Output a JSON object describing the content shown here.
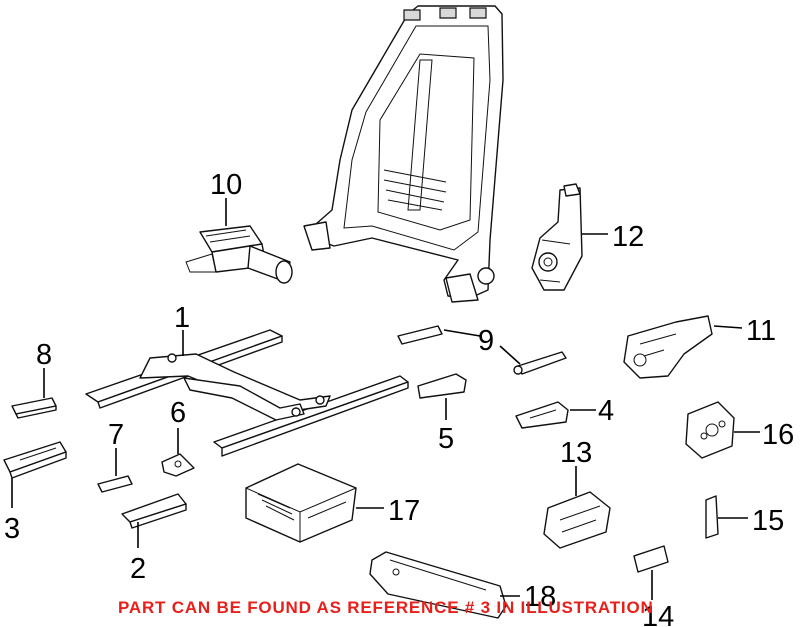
{
  "diagram": {
    "callouts": [
      {
        "id": "1",
        "label": "1"
      },
      {
        "id": "2",
        "label": "2"
      },
      {
        "id": "3",
        "label": "3"
      },
      {
        "id": "4",
        "label": "4"
      },
      {
        "id": "5",
        "label": "5"
      },
      {
        "id": "6",
        "label": "6"
      },
      {
        "id": "7",
        "label": "7"
      },
      {
        "id": "8",
        "label": "8"
      },
      {
        "id": "9",
        "label": "9"
      },
      {
        "id": "10",
        "label": "10"
      },
      {
        "id": "11",
        "label": "11"
      },
      {
        "id": "12",
        "label": "12"
      },
      {
        "id": "13",
        "label": "13"
      },
      {
        "id": "14",
        "label": "14"
      },
      {
        "id": "15",
        "label": "15"
      },
      {
        "id": "16",
        "label": "16"
      },
      {
        "id": "17",
        "label": "17"
      },
      {
        "id": "18",
        "label": "18"
      }
    ],
    "footer_note": "PART CAN BE FOUND AS REFERENCE # 3 IN ILLUSTRATION",
    "footer_color": "#e8201c"
  }
}
